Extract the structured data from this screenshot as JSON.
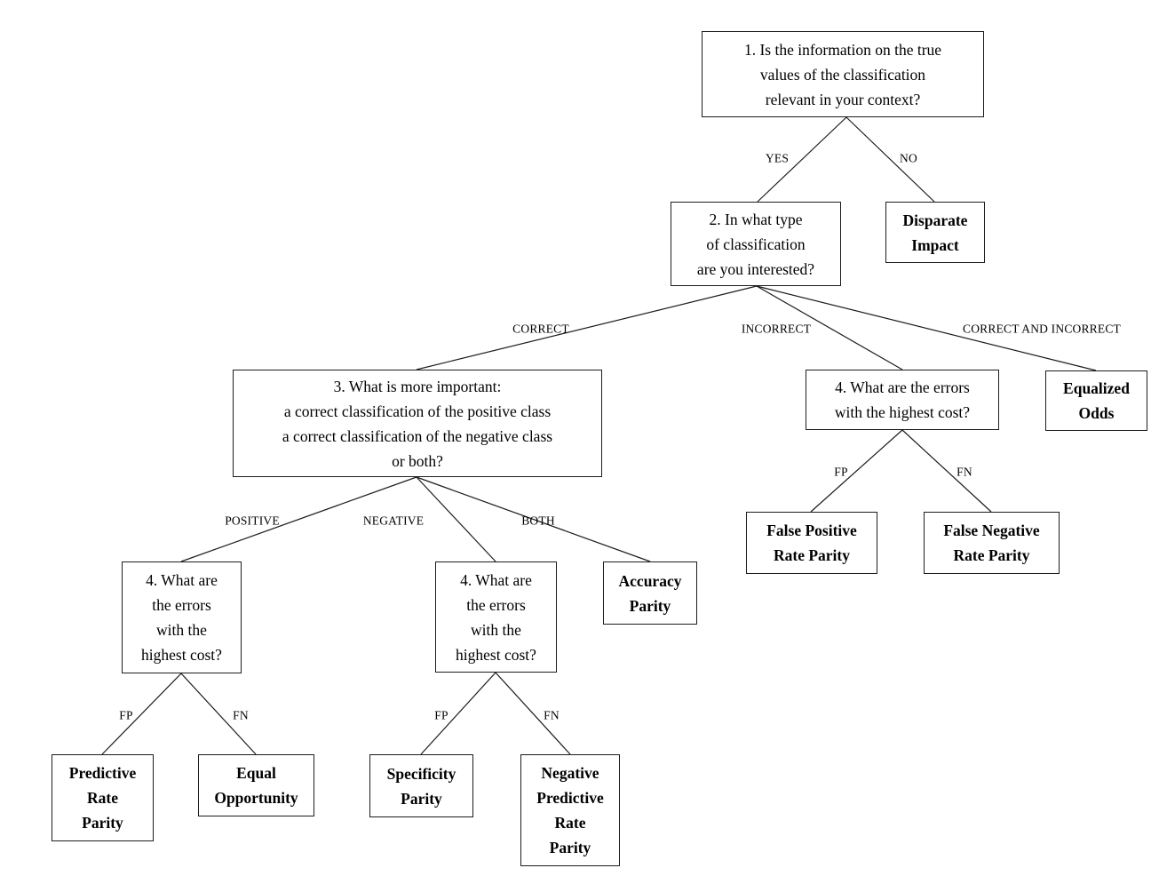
{
  "diagram": {
    "description": "Decision tree for choosing a fairness metric for classification",
    "nodes": {
      "q1": "1. Is the information on the true\nvalues of the classification\nrelevant in your context?",
      "q2": "2. In what type\nof classification\nare you interested?",
      "q3": "3. What is more important:\na correct classification of the positive class\na correct classification of the negative class\nor both?",
      "q4_wide": "4. What are the errors\nwith the highest cost?",
      "q4_narrow": "4. What are\nthe errors\nwith the\nhighest cost?",
      "disparate_impact": "Disparate\nImpact",
      "equalized_odds": "Equalized\nOdds",
      "accuracy_parity": "Accuracy\nParity",
      "false_positive_rate_parity": "False Positive\nRate Parity",
      "false_negative_rate_parity": "False Negative\nRate Parity",
      "predictive_rate_parity": "Predictive\nRate\nParity",
      "equal_opportunity": "Equal\nOpportunity",
      "specificity_parity": "Specificity\nParity",
      "negative_predictive_rate_parity": "Negative\nPredictive\nRate\nParity"
    },
    "edge_labels": {
      "yes": "YES",
      "no": "NO",
      "correct": "CORRECT",
      "incorrect": "INCORRECT",
      "correct_and_incorrect": "CORRECT AND INCORRECT",
      "positive": "POSITIVE",
      "negative": "NEGATIVE",
      "both": "BOTH",
      "fp": "FP",
      "fn": "FN"
    },
    "colors": {
      "background": "#ffffff",
      "line": "#1c1c1c",
      "text": "#000000"
    }
  }
}
